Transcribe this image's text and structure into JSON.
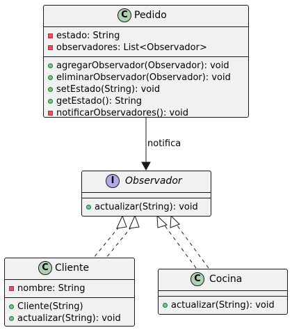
{
  "classes": {
    "pedido": {
      "stereotype_glyph": "C",
      "name": "Pedido",
      "fields": [
        {
          "visibility": "private",
          "text": "estado: String"
        },
        {
          "visibility": "private",
          "text": "observadores: List<Observador>"
        }
      ],
      "methods": [
        {
          "visibility": "public",
          "text": "agregarObservador(Observador): void"
        },
        {
          "visibility": "public",
          "text": "eliminarObservador(Observador): void"
        },
        {
          "visibility": "public",
          "text": "setEstado(String): void"
        },
        {
          "visibility": "public",
          "text": "getEstado(): String"
        },
        {
          "visibility": "private",
          "text": "notificarObservadores(): void"
        }
      ]
    },
    "observador": {
      "stereotype_glyph": "I",
      "name": "Observador",
      "fields": [],
      "methods": [
        {
          "visibility": "public",
          "text": "actualizar(String): void"
        }
      ]
    },
    "cliente": {
      "stereotype_glyph": "C",
      "name": "Cliente",
      "fields": [
        {
          "visibility": "private",
          "text": "nombre: String"
        }
      ],
      "methods": [
        {
          "visibility": "public",
          "text": "Cliente(String)"
        },
        {
          "visibility": "public",
          "text": "actualizar(String): void"
        }
      ]
    },
    "cocina": {
      "stereotype_glyph": "C",
      "name": "Cocina",
      "fields": [],
      "methods": [
        {
          "visibility": "public",
          "text": "actualizar(String): void"
        }
      ]
    }
  },
  "relations": {
    "pedido_to_observador": "notifica"
  },
  "colors": {
    "box_fill": "#f1f1f1",
    "border": "#181818",
    "class_badge": "#add1b2",
    "interface_badge": "#b4a7e5",
    "public_marker": "#84be84",
    "private_marker": "#f24d5c"
  }
}
